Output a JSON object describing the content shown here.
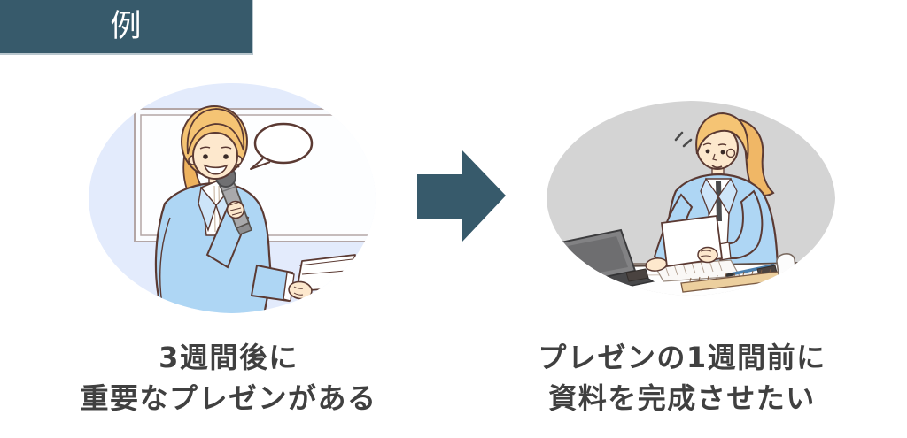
{
  "badge": {
    "label": "例"
  },
  "scenes": {
    "left": {
      "caption_line1": "3週間後に",
      "caption_line2": "重要なプレゼンがある",
      "illustration": "woman-presenting-with-microphone",
      "bg_color": "#e3ebfc"
    },
    "right": {
      "caption_line1": "プレゼンの1週間前に",
      "caption_line2": "資料を完成させたい",
      "illustration": "woman-working-at-desk-with-laptop",
      "bg_color": "#d4d4d4"
    }
  },
  "arrow": {
    "direction": "right",
    "color": "#375a6b"
  },
  "colors": {
    "badge_bg": "#375a6b",
    "badge_text": "#ffffff",
    "badge_border": "#b9c7ce",
    "caption_text": "#404040",
    "outline_brown": "#5b3a33",
    "jacket_blue": "#aed6f4",
    "lapel_blue": "#cde5f9",
    "hair_blonde": "#f5c474",
    "skin": "#fde8cd"
  }
}
